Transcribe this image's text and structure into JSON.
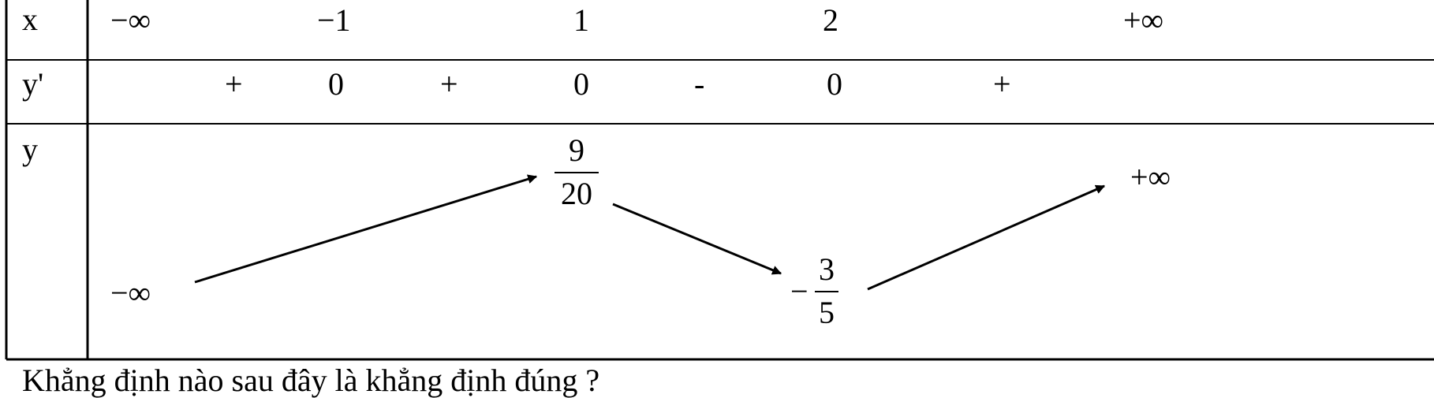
{
  "row_labels": {
    "x": "x",
    "dy": "y'",
    "y": "y"
  },
  "x_values": [
    "−∞",
    "−1",
    "1",
    "2",
    "+∞"
  ],
  "derivative_signs": [
    "+",
    "0",
    "+",
    "0",
    "-",
    "0",
    "+"
  ],
  "y_values": {
    "start": "−∞",
    "max": {
      "numerator": "9",
      "denominator": "20"
    },
    "min": {
      "sign": "−",
      "numerator": "3",
      "denominator": "5"
    },
    "end": "+∞"
  },
  "caption": "Khẳng định nào sau đây là khẳng định đúng ?"
}
